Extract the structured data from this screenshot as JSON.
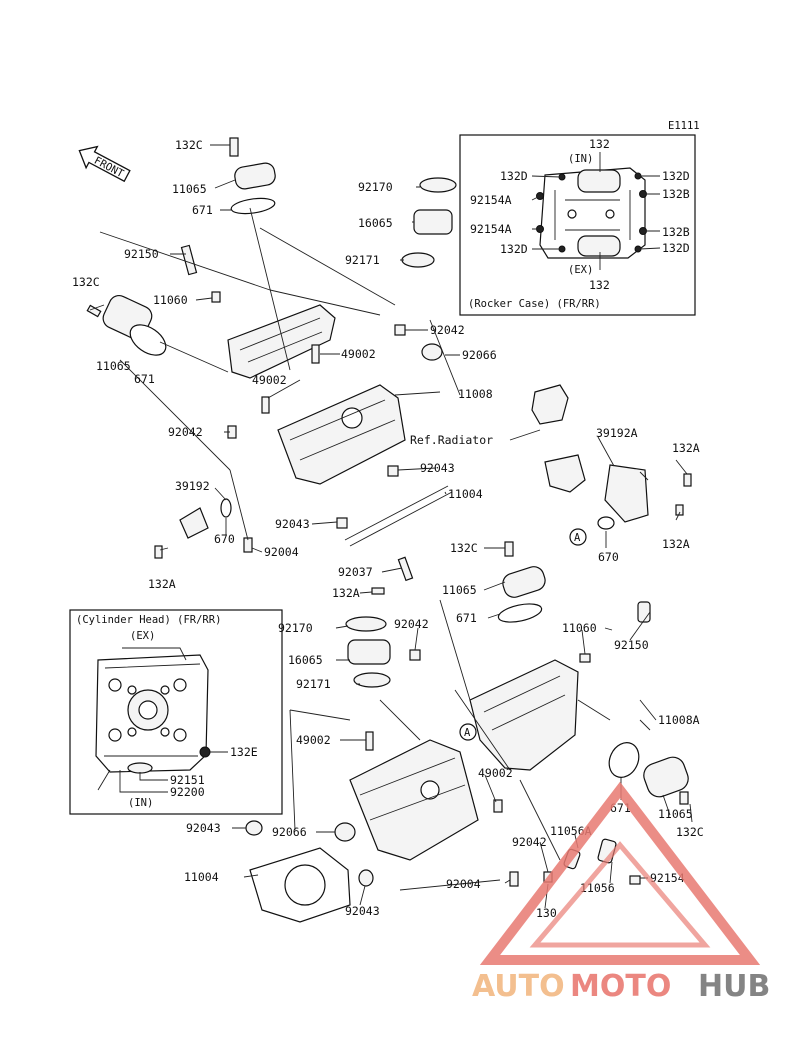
{
  "figure_code": "E1111",
  "front_label": "FRONT",
  "rocker_inset": {
    "caption": "(Rocker Case) (FR/RR)",
    "in_label": "(IN)",
    "ex_label": "(EX)",
    "labels": [
      "132",
      "132D",
      "132D",
      "92154A",
      "132B",
      "92154A",
      "132B",
      "132D",
      "132D",
      "132"
    ]
  },
  "head_inset": {
    "caption": "(Cylinder Head) (FR/RR)",
    "ex_label": "(EX)",
    "in_label": "(IN)",
    "labels": [
      "132E",
      "92151",
      "92200"
    ]
  },
  "ref_radiator": "Ref.Radiator",
  "part_labels": [
    "132C",
    "11065",
    "671",
    "92150",
    "11060",
    "132C",
    "11065",
    "671",
    "92170",
    "16065",
    "92171",
    "92042",
    "49002",
    "49002",
    "92066",
    "11008",
    "92042",
    "92043",
    "11004",
    "39192",
    "670",
    "92043",
    "92004",
    "132A",
    "39192A",
    "132A",
    "132A",
    "670",
    "132C",
    "92037",
    "132A",
    "11065",
    "671",
    "92170",
    "92042",
    "16065",
    "92171",
    "11060",
    "92150",
    "11008A",
    "49002",
    "49002",
    "671",
    "11065",
    "132C",
    "92043",
    "92066",
    "92042",
    "11056A",
    "11004",
    "92004",
    "11056",
    "92154",
    "130",
    "92043"
  ],
  "callout_A": "A",
  "watermark": {
    "part1": "AUTO",
    "part2": "MOTO",
    "part3": "HUB"
  }
}
